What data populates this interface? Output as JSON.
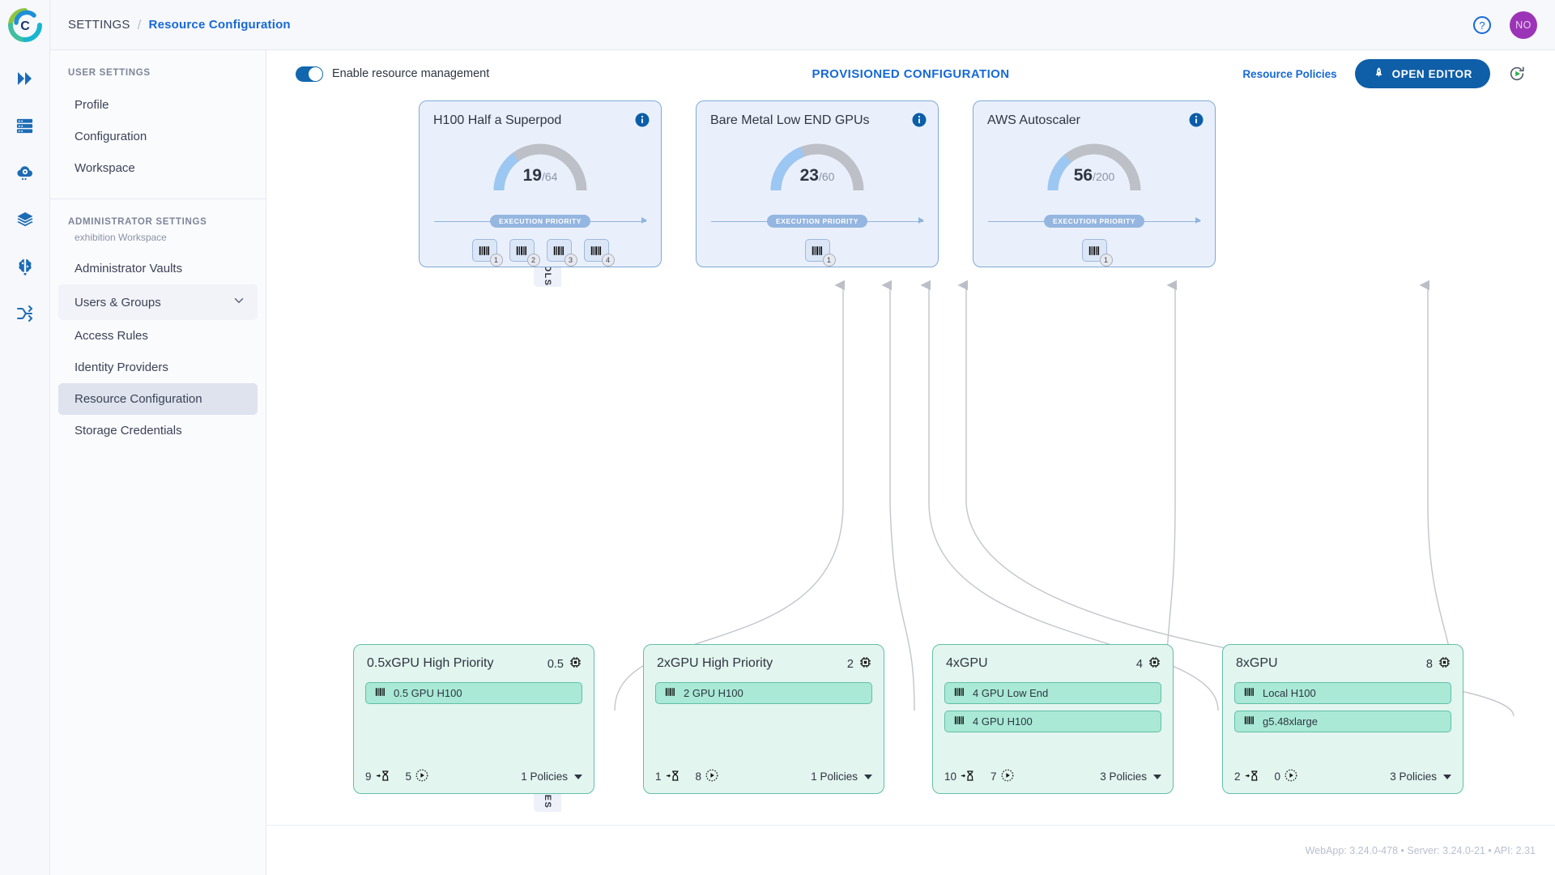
{
  "header": {
    "breadcrumb_root": "SETTINGS",
    "breadcrumb_sep": "/",
    "breadcrumb_current": "Resource Configuration",
    "help_icon": "help-circle-icon",
    "avatar_initials": "NO",
    "avatar_color": "#9c34b8"
  },
  "rail": {
    "logo": "c-logo-icon",
    "icons": [
      {
        "name": "double-chevron-right-icon"
      },
      {
        "name": "server-rack-icon"
      },
      {
        "name": "cloud-gear-icon"
      },
      {
        "name": "layers-icon"
      },
      {
        "name": "brain-circuit-icon"
      },
      {
        "name": "workflow-shuffle-icon"
      }
    ]
  },
  "sidebar": {
    "user_settings_title": "USER SETTINGS",
    "user_items": [
      {
        "label": "Profile",
        "state": "normal"
      },
      {
        "label": "Configuration",
        "state": "normal"
      },
      {
        "label": "Workspace",
        "state": "normal"
      }
    ],
    "admin_settings_title": "ADMINISTRATOR SETTINGS",
    "admin_workspace": "exhibition Workspace",
    "admin_items": [
      {
        "label": "Administrator Vaults",
        "state": "normal",
        "caret": false
      },
      {
        "label": "Users & Groups",
        "state": "hover",
        "caret": true
      },
      {
        "label": "Access Rules",
        "state": "normal",
        "caret": false
      },
      {
        "label": "Identity Providers",
        "state": "normal",
        "caret": false
      },
      {
        "label": "Resource Configuration",
        "state": "active",
        "caret": false
      },
      {
        "label": "Storage Credentials",
        "state": "normal",
        "caret": false
      }
    ]
  },
  "toolbar": {
    "toggle_label": "Enable resource management",
    "toggle_on": true,
    "center_title": "PROVISIONED CONFIGURATION",
    "resource_policies_label": "Resource Policies",
    "open_editor_label": "OPEN EDITOR",
    "open_editor_icon": "rocket-icon",
    "refresh_icon": "refresh-play-icon",
    "accent_color": "#1769d6",
    "button_color": "#0f5ea8"
  },
  "sections": {
    "pools_tab": "RESOURCE POOLS",
    "profiles_tab": "RESOURCE PROFILES"
  },
  "pools": [
    {
      "title": "H100 Half a Superpod",
      "used": "19",
      "total": "/64",
      "ratio": 0.297,
      "priority_label": "EXECUTION PRIORITY",
      "chips": [
        "1",
        "2",
        "3",
        "4"
      ],
      "info_icon": "info-icon"
    },
    {
      "title": "Bare Metal Low END GPUs",
      "used": "23",
      "total": "/60",
      "ratio": 0.383,
      "priority_label": "EXECUTION PRIORITY",
      "chips": [
        "1"
      ],
      "info_icon": "info-icon"
    },
    {
      "title": "AWS Autoscaler",
      "used": "56",
      "total": "/200",
      "ratio": 0.28,
      "priority_label": "EXECUTION PRIORITY",
      "chips": [
        "1"
      ],
      "info_icon": "info-icon"
    }
  ],
  "profiles": [
    {
      "title": "0.5xGPU High Priority",
      "gpu_count": "0.5",
      "gpu_icon": "cpu-chip-icon",
      "rows": [
        "0.5 GPU H100"
      ],
      "queued": "9",
      "queued_icon": "hourglass-icon",
      "running": "5",
      "running_icon": "play-dotted-icon",
      "policies": "1 Policies"
    },
    {
      "title": "2xGPU High Priority",
      "gpu_count": "2",
      "gpu_icon": "cpu-chip-icon",
      "rows": [
        "2 GPU H100"
      ],
      "queued": "1",
      "queued_icon": "hourglass-icon",
      "running": "8",
      "running_icon": "play-dotted-icon",
      "policies": "1 Policies"
    },
    {
      "title": "4xGPU",
      "gpu_count": "4",
      "gpu_icon": "cpu-chip-icon",
      "rows": [
        "4 GPU Low End",
        "4 GPU H100"
      ],
      "queued": "10",
      "queued_icon": "hourglass-icon",
      "running": "7",
      "running_icon": "play-dotted-icon",
      "policies": "3 Policies"
    },
    {
      "title": "8xGPU",
      "gpu_count": "8",
      "gpu_icon": "cpu-chip-icon",
      "rows": [
        "Local H100",
        "g5.48xlarge"
      ],
      "queued": "2",
      "queued_icon": "hourglass-icon",
      "running": "0",
      "running_icon": "play-dotted-icon",
      "policies": "3 Policies"
    }
  ],
  "footer": {
    "version_text": "WebApp: 3.24.0-478 • Server: 3.24.0-21 • API: 2.31"
  }
}
